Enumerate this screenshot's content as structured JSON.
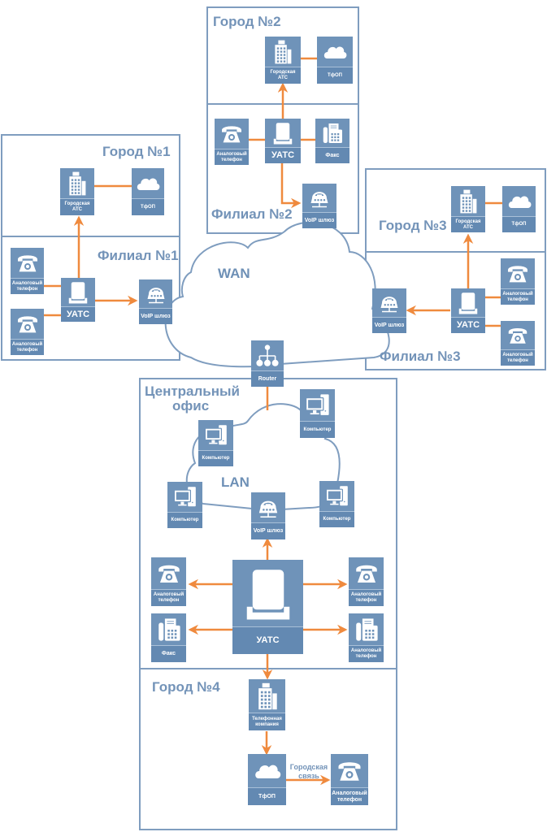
{
  "colors": {
    "tile": "#6f93b9",
    "label_strip": "#6389b2",
    "border": "#7f9dbf",
    "connector": "#ef8a3e",
    "title": "#7393b8"
  },
  "regions": {
    "city1": {
      "title": "Город №1"
    },
    "branch1": {
      "title": "Филиал №1"
    },
    "city2": {
      "title": "Город №2"
    },
    "branch2": {
      "title": "Филиал №2"
    },
    "city3": {
      "title": "Город №3"
    },
    "branch3": {
      "title": "Филиал №3"
    },
    "central": {
      "title_line1": "Центральный",
      "title_line2": "офис"
    },
    "city4": {
      "title": "Город №4"
    }
  },
  "clouds": {
    "wan": "WAN",
    "lan": "LAN"
  },
  "labels": {
    "city_ats": [
      "Городская",
      "АТС"
    ],
    "pstn": "ТфОП",
    "analog_phone": [
      "Аналоговый",
      "телефон"
    ],
    "pbx": "УАТС",
    "fax": "Факс",
    "voip_gw": "VoIP шлюз",
    "router": "Router",
    "computer": "Компьютер",
    "phone_company": [
      "Телефонная",
      "компания"
    ],
    "city_link": [
      "Городская",
      "связь"
    ]
  }
}
